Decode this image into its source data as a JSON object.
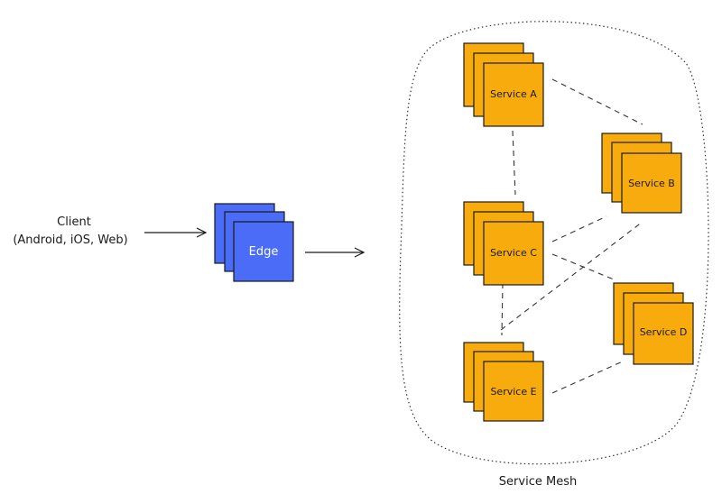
{
  "client": {
    "line1": "Client",
    "line2": "(Android, iOS, Web)"
  },
  "edge": {
    "label": "Edge",
    "color": "#4a6cf7"
  },
  "mesh": {
    "label": "Service Mesh"
  },
  "services": {
    "a": "Service A",
    "b": "Service B",
    "c": "Service C",
    "d": "Service D",
    "e": "Service E",
    "color": "#f8ab0c"
  }
}
